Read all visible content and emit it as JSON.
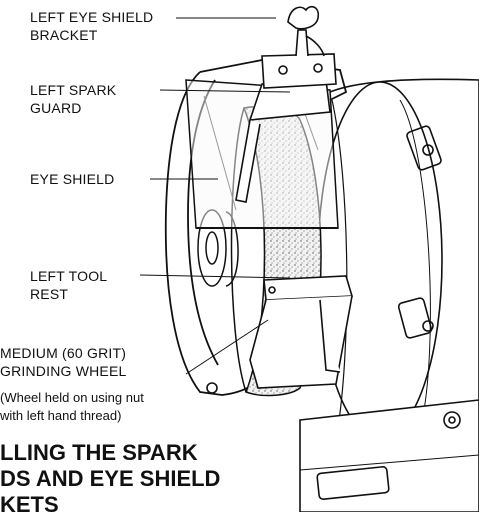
{
  "labels": {
    "bracket_1": "LEFT EYE SHIELD",
    "bracket_2": "BRACKET",
    "spark_1": "LEFT SPARK",
    "spark_2": "GUARD",
    "eye_shield": "EYE SHIELD",
    "tool_1": "LEFT TOOL",
    "tool_2": "REST",
    "wheel_1": "MEDIUM (60 GRIT)",
    "wheel_2": "GRINDING WHEEL",
    "note_1": "(Wheel held on using nut",
    "note_2": "with left hand thread)"
  },
  "heading": {
    "line_1": "LLING THE SPARK",
    "line_2": "DS AND EYE SHIELD",
    "line_3": "KETS"
  }
}
